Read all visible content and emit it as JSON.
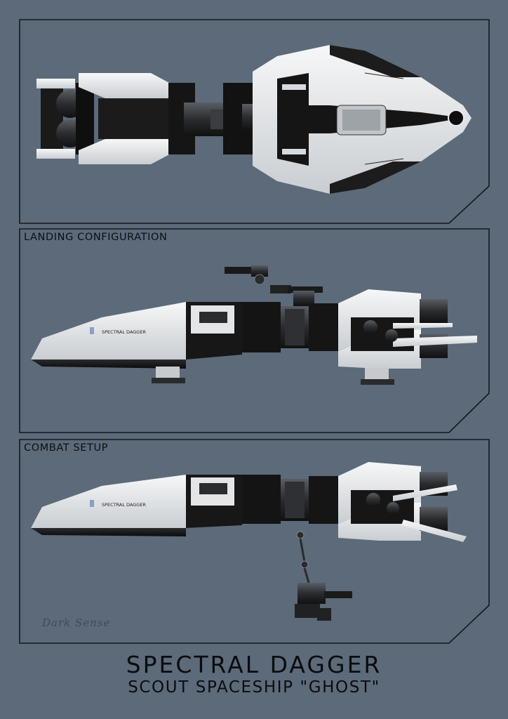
{
  "panels": [
    {
      "label": ""
    },
    {
      "label": "LANDING CONFIGURATION"
    },
    {
      "label": "COMBAT SETUP"
    }
  ],
  "hull_name": "SPECTRAL DAGGER",
  "title": "SPECTRAL DAGGER",
  "subtitle": "SCOUT SPACESHIP \"GHOST\"",
  "signature": "Dark Sense",
  "colors": {
    "background": "#5c6a7a",
    "frame": "#15181c",
    "hull_white": "#e9ebed",
    "hull_black": "#141414"
  }
}
